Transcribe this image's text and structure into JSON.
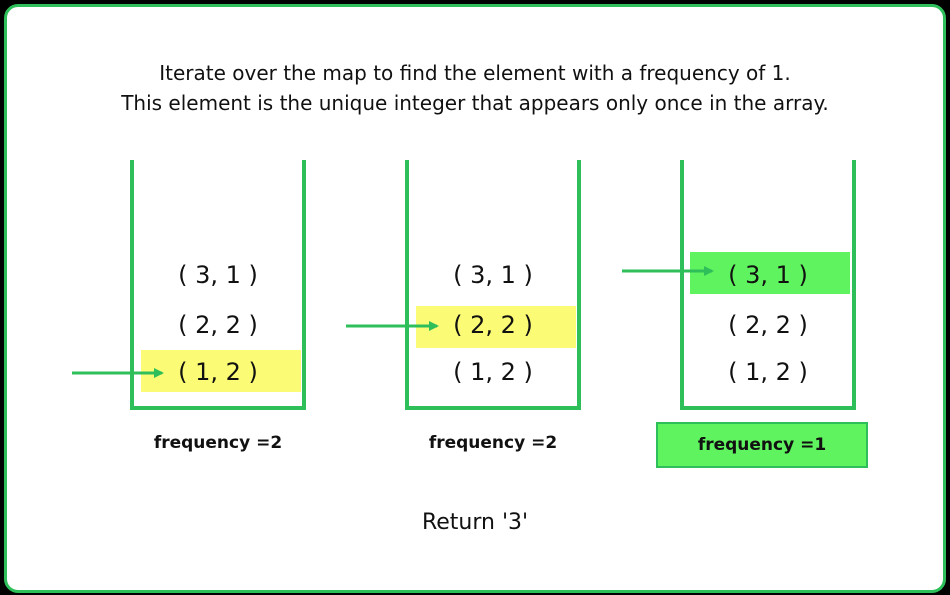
{
  "caption_lines": [
    "Iterate over the map to find the element with a frequency of 1.",
    "This element is the unique integer that appears only once in the array."
  ],
  "buckets": [
    {
      "entries": [
        "( 3, 1 )",
        "( 2, 2 )",
        "( 1, 2 )"
      ],
      "highlighted_index": 2,
      "highlight_color": "#fbfb75",
      "frequency_label": "frequency =2"
    },
    {
      "entries": [
        "( 3, 1 )",
        "( 2, 2 )",
        "( 1, 2 )"
      ],
      "highlighted_index": 1,
      "highlight_color": "#fbfb75",
      "frequency_label": "frequency =2"
    },
    {
      "entries": [
        "( 3, 1 )",
        "( 2, 2 )",
        "( 1, 2 )"
      ],
      "highlighted_index": 0,
      "highlight_color": "#5ff35f",
      "frequency_label": "frequency =1"
    }
  ],
  "result_label": "Return '3'",
  "colors": {
    "accent": "#2fbf5a",
    "match": "#5ff35f",
    "current": "#fbfb75",
    "background": "#ffffff"
  }
}
